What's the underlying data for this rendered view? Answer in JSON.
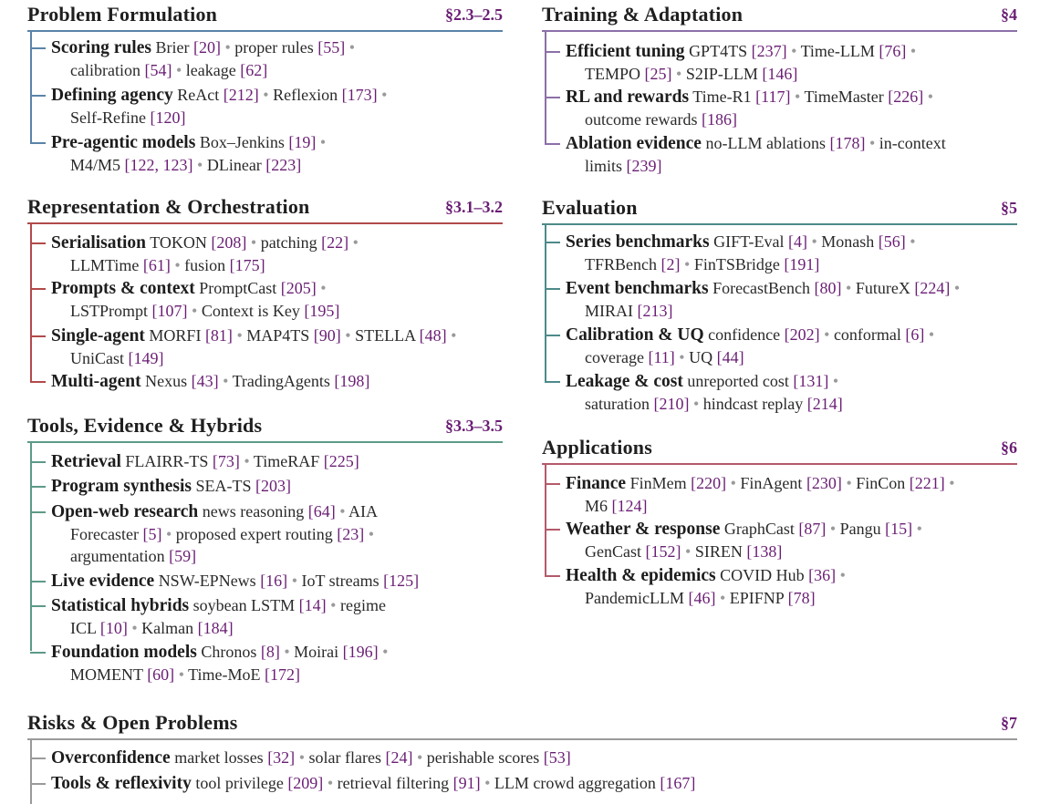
{
  "colors": {
    "problem": "#5a84a8",
    "training": "#8c6fa8",
    "representation": "#b24a4a",
    "evaluation": "#4d8a89",
    "tools": "#5c9a88",
    "applications": "#b45a6a",
    "risks": "#9a9a9a"
  },
  "problem": {
    "title": "Problem Formulation",
    "ref": "§2.3–2.5",
    "items": [
      {
        "kw": "Scoring rules",
        "l1": "Brier [20] • proper rules [55] •",
        "l2": "calibration [54] • leakage [62]"
      },
      {
        "kw": "Defining agency",
        "l1": "ReAct [212] • Reflexion [173] •",
        "l2": "Self-Refine [120]"
      },
      {
        "kw": "Pre-agentic models",
        "l1": "Box–Jenkins [19] •",
        "l2": "M4/M5 [122, 123] • DLinear [223]"
      }
    ]
  },
  "training": {
    "title": "Training & Adaptation",
    "ref": "§4",
    "items": [
      {
        "kw": "Efficient tuning",
        "l1": "GPT4TS [237] • Time-LLM [76] •",
        "l2": "TEMPO [25] • S2IP-LLM [146]"
      },
      {
        "kw": "RL and rewards",
        "l1": "Time-R1 [117] • TimeMaster [226] •",
        "l2": "outcome rewards [186]"
      },
      {
        "kw": "Ablation evidence",
        "l1": "no-LLM ablations [178] • in-context",
        "l2": "limits [239]"
      }
    ]
  },
  "representation": {
    "title": "Representation & Orchestration",
    "ref": "§3.1–3.2",
    "items": [
      {
        "kw": "Serialisation",
        "l1": "TOKON [208] • patching [22] •",
        "l2": "LLMTime [61] • fusion [175]"
      },
      {
        "kw": "Prompts & context",
        "l1": "PromptCast [205] •",
        "l2": "LSTPrompt [107] • Context is Key [195]"
      },
      {
        "kw": "Single-agent",
        "l1": "MORFI [81] • MAP4TS [90] • STELLA [48] •",
        "l2": "UniCast [149]"
      },
      {
        "kw": "Multi-agent",
        "l1": "Nexus [43] • TradingAgents [198]",
        "l2": ""
      }
    ]
  },
  "evaluation": {
    "title": "Evaluation",
    "ref": "§5",
    "items": [
      {
        "kw": "Series benchmarks",
        "l1": "GIFT-Eval [4] • Monash [56] •",
        "l2": "TFRBench [2] • FinTSBridge [191]"
      },
      {
        "kw": "Event benchmarks",
        "l1": "ForecastBench [80] • FutureX [224] •",
        "l2": "MIRAI [213]"
      },
      {
        "kw": "Calibration & UQ",
        "l1": "confidence [202] • conformal [6] •",
        "l2": "coverage [11] • UQ [44]"
      },
      {
        "kw": "Leakage & cost",
        "l1": "unreported cost [131] •",
        "l2": "saturation [210] • hindcast replay [214]"
      }
    ]
  },
  "tools": {
    "title": "Tools, Evidence & Hybrids",
    "ref": "§3.3–3.5",
    "items": [
      {
        "kw": "Retrieval",
        "l1": "FLAIRR-TS [73] • TimeRAF [225]",
        "l2": "",
        "l3": ""
      },
      {
        "kw": "Program synthesis",
        "l1": "SEA-TS [203]",
        "l2": "",
        "l3": ""
      },
      {
        "kw": "Open-web research",
        "l1": "news reasoning [64] • AIA",
        "l2": "Forecaster [5] • proposed expert routing [23] •",
        "l3": "argumentation [59]"
      },
      {
        "kw": "Live evidence",
        "l1": "NSW-EPNews [16] • IoT streams [125]",
        "l2": "",
        "l3": ""
      },
      {
        "kw": "Statistical hybrids",
        "l1": "soybean LSTM [14] • regime",
        "l2": "ICL [10] • Kalman [184]",
        "l3": ""
      },
      {
        "kw": "Foundation models",
        "l1": "Chronos [8] • Moirai [196] •",
        "l2": "MOMENT [60] • Time-MoE [172]",
        "l3": ""
      }
    ]
  },
  "applications": {
    "title": "Applications",
    "ref": "§6",
    "items": [
      {
        "kw": "Finance",
        "l1": "FinMem [220] • FinAgent [230] • FinCon [221] •",
        "l2": "M6 [124]"
      },
      {
        "kw": "Weather & response",
        "l1": "GraphCast [87] • Pangu [15] •",
        "l2": "GenCast [152] • SIREN [138]"
      },
      {
        "kw": "Health & epidemics",
        "l1": "COVID Hub [36] •",
        "l2": "PandemicLLM [46] • EPIFNP [78]"
      }
    ]
  },
  "risks": {
    "title": "Risks & Open Problems",
    "ref": "§7",
    "items": [
      {
        "kw": "Overconfidence",
        "l1": "market losses [32] • solar flares [24] • perishable scores [53]"
      },
      {
        "kw": "Tools & reflexivity",
        "l1": "tool privilege [209] • retrieval filtering [91] • LLM crowd aggregation [167]"
      }
    ]
  }
}
